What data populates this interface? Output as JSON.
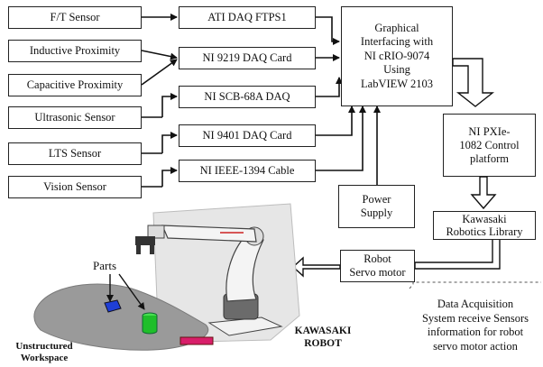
{
  "sensors": {
    "ft": "F/T Sensor",
    "inductive": "Inductive Proximity",
    "capacitive": "Capacitive Proximity",
    "ultrasonic": "Ultrasonic Sensor",
    "lts": "LTS Sensor",
    "vision": "Vision Sensor"
  },
  "daq": {
    "ati": "ATI DAQ FTPS1",
    "ni9219": "NI 9219 DAQ Card",
    "scb": "NI SCB-68A DAQ",
    "ni9401": "NI 9401 DAQ Card",
    "ieee": "NI IEEE-1394 Cable"
  },
  "graphical": {
    "line1": "Graphical",
    "line2": "Interfacing with",
    "line3": "NI cRIO-9074",
    "line4": "Using",
    "line5": "LabVIEW 2103"
  },
  "pxie": {
    "line1": "NI PXIe-",
    "line2": "1082 Control",
    "line3": "platform"
  },
  "power": {
    "line1": "Power",
    "line2": "Supply"
  },
  "kawasaki_lib": {
    "line1": "Kawasaki",
    "line2": "Robotics Library"
  },
  "servo": {
    "line1": "Robot",
    "line2": "Servo motor"
  },
  "daq_note": {
    "line1": "Data Acquisition",
    "line2": "System receive Sensors",
    "line3": "information  for robot",
    "line4": "servo motor action"
  },
  "workspace": {
    "parts": "Parts",
    "unstructured1": "Unstructured",
    "unstructured2": "Workspace",
    "robot1": "KAWASAKI",
    "robot2": "ROBOT"
  },
  "colors": {
    "part_blue": "#1f3fd6",
    "part_green": "#1fbf2a",
    "part_magenta": "#d81e6a",
    "table_gray": "#9a9a9a",
    "panel_gray": "#e6e6e6"
  }
}
